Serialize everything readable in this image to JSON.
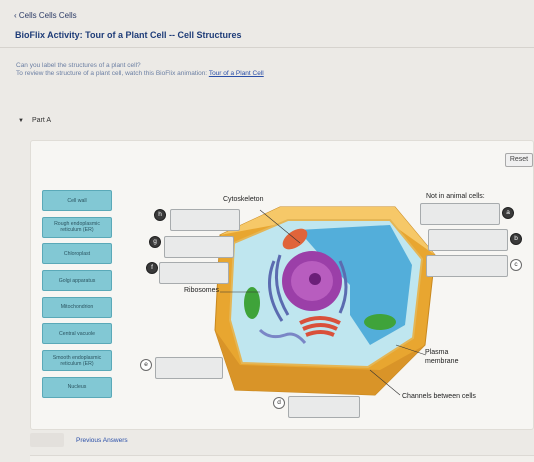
{
  "nav": {
    "back_label": "‹ Cells Cells Cells"
  },
  "page": {
    "title": "BioFlix Activity: Tour of a Plant Cell -- Cell Structures"
  },
  "instructions": {
    "line1": "Can you label the structures of a plant cell?",
    "line2_prefix": "To review the structure of a plant cell, watch this BioFlix animation: ",
    "line2_link": "Tour of a Plant Cell"
  },
  "part": {
    "label": "Part A"
  },
  "toolbar": {
    "reset_label": "Reset"
  },
  "label_bank": [
    "Cell wall",
    "Rough endoplasmic reticulum (ER)",
    "Chloroplast",
    "Golgi apparatus",
    "Mitochondrion",
    "Central vacuole",
    "Smooth endoplasmic reticulum (ER)",
    "Nucleus"
  ],
  "diagram": {
    "cytoskeleton": "Cytoskeleton",
    "not_in_animal": "Not in animal cells:",
    "ribosomes": "Ribosomes",
    "plasma_line1": "Plasma",
    "plasma_line2": "membrane",
    "channels": "Channels between cells",
    "letters": {
      "a": "a",
      "b": "b",
      "c": "c",
      "d": "d",
      "e": "e",
      "f": "f",
      "g": "g",
      "h": "h"
    }
  },
  "footer": {
    "previous_answers": "Previous Answers"
  },
  "colors": {
    "cell_wall": "#f2b43c",
    "cytoplasm": "#bfe6ef",
    "vacuole": "#3fa3d6",
    "nucleus": "#9b3fa8",
    "chloroplast": "#3fa33a",
    "mitochondrion": "#e0643a",
    "golgi": "#d9503a",
    "bank_item": "#82c8d4",
    "link": "#2a4fa8"
  }
}
